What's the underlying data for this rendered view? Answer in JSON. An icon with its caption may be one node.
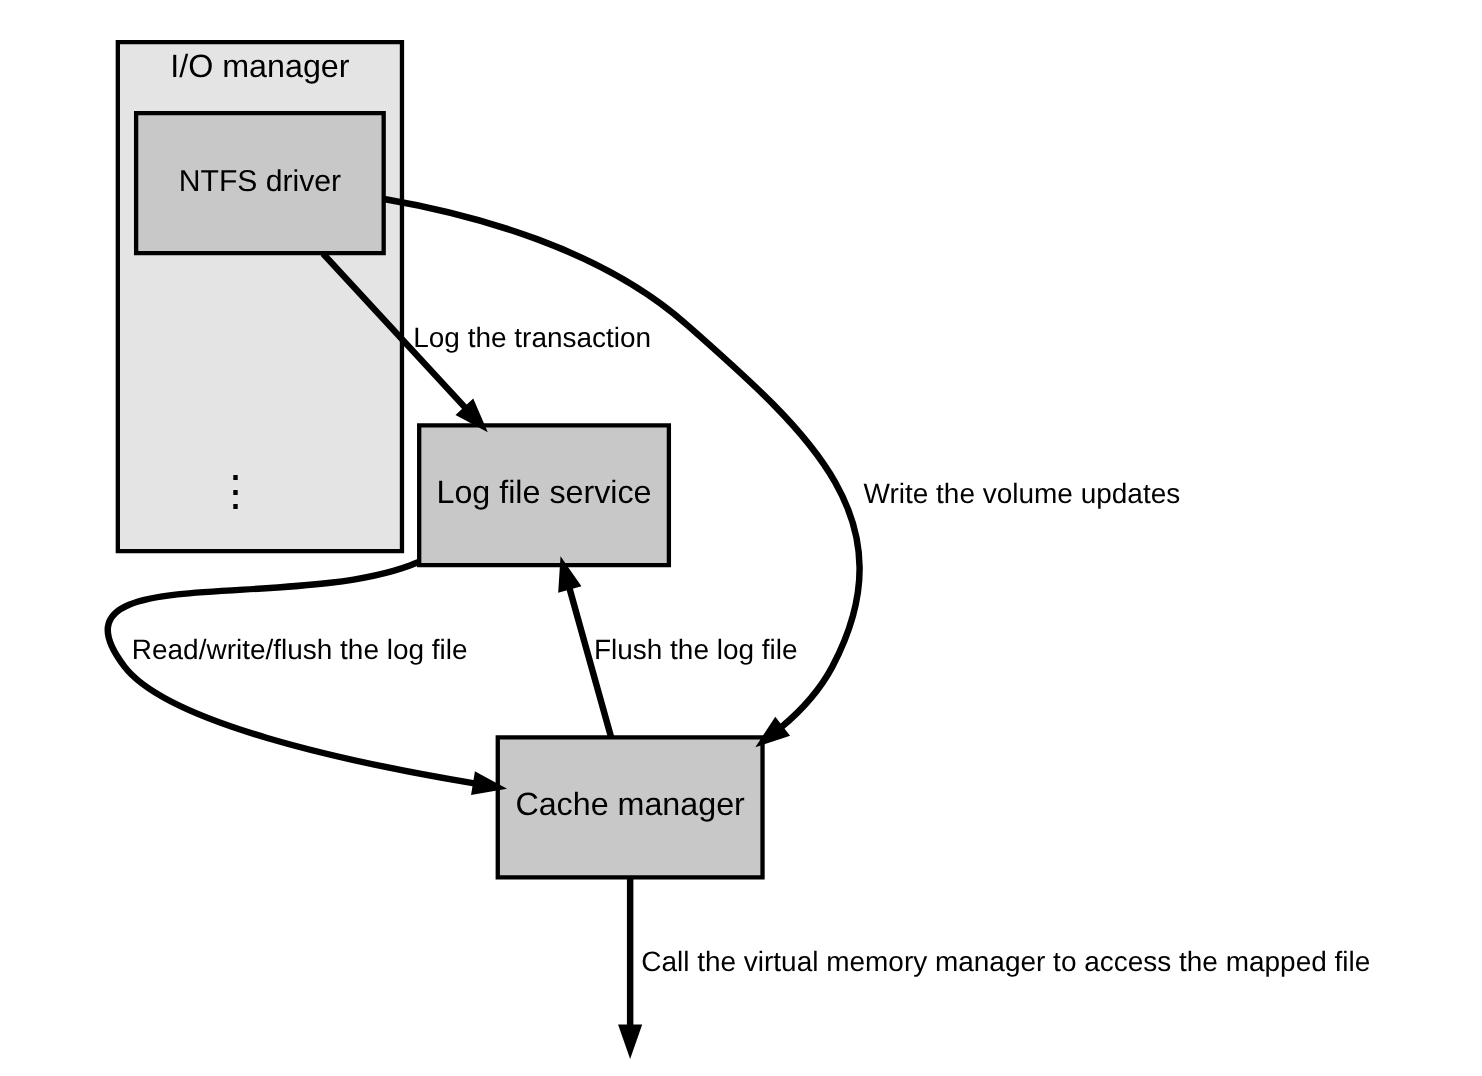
{
  "diagram": {
    "nodes": [
      {
        "text": [
          "I/O manager"
        ]
      },
      {
        "text": [
          "NTFS driver"
        ],
        "in": 0
      },
      {
        "text": [
          "Log file service"
        ]
      },
      {
        "text": [
          "Cache manager"
        ]
      }
    ],
    "edges": [
      {
        "from": 1,
        "to": 2,
        "arrow": "to",
        "label": "Log the transaction"
      },
      {
        "from": 1,
        "to": 3,
        "arrow": "to",
        "label": "Write the volume updates"
      },
      {
        "from": 2,
        "to": 3,
        "arrow": "to",
        "label": "Read/write/flush the log file"
      },
      {
        "from": 3,
        "to": 2,
        "arrow": "to",
        "label": "Flush the log file"
      },
      {
        "from": 3,
        "to": null,
        "arrow": "to",
        "label": "Call the virtual memory manager to access the mapped file"
      }
    ],
    "labels": [
      "⋮"
    ]
  }
}
